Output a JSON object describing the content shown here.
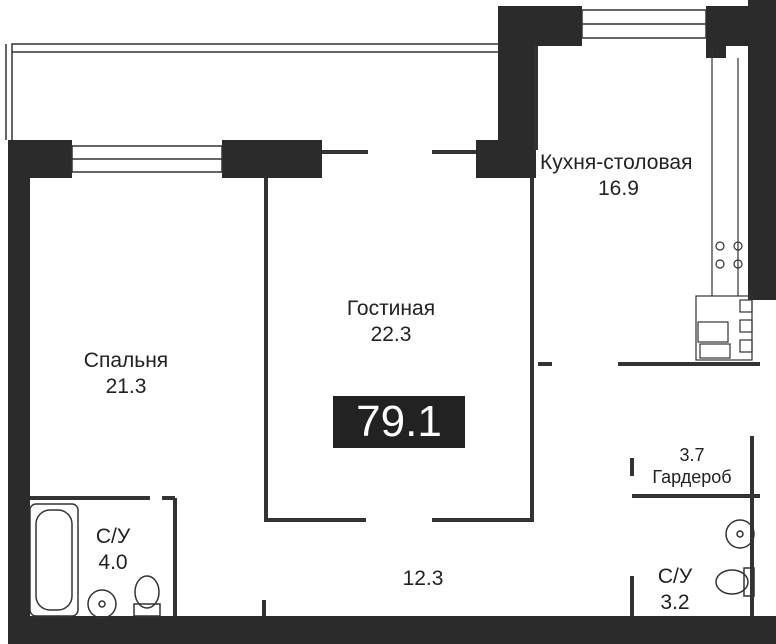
{
  "plan": {
    "total_area": "79.1",
    "rooms": {
      "kitchen": {
        "name": "Кухня-столовая",
        "area": "16.9"
      },
      "living": {
        "name": "Гостиная",
        "area": "22.3"
      },
      "bedroom": {
        "name": "Спальня",
        "area": "21.3"
      },
      "bath_left": {
        "name": "С/У",
        "area": "4.0"
      },
      "hall": {
        "area": "12.3"
      },
      "wardrobe": {
        "area": "3.7",
        "name": "Гардероб"
      },
      "bath_right": {
        "name": "С/У",
        "area": "3.2"
      }
    }
  }
}
